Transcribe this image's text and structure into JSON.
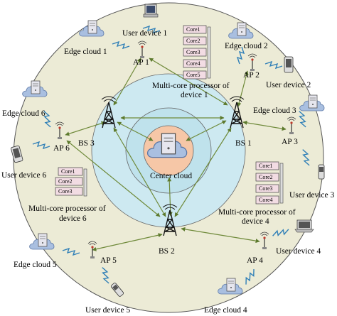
{
  "diagram": {
    "center": "Center cloud",
    "base_stations": [
      "BS 1",
      "BS 2",
      "BS 3"
    ],
    "access_points": [
      "AP 1",
      "AP 2",
      "AP 3",
      "AP 4",
      "AP 5",
      "AP 6"
    ],
    "edge_clouds": [
      "Edge cloud 1",
      "Edge cloud 2",
      "Edge cloud 3",
      "Edge cloud 4",
      "Edge cloud 5",
      "Edge cloud 6"
    ],
    "user_devices": [
      "User device 1",
      "User device 2",
      "User device 3",
      "User device 4",
      "User device 5",
      "User device 6"
    ],
    "processors": [
      {
        "caption_line1": "Multi-core processor of",
        "caption_line2": "device 1",
        "cores": [
          "Core1",
          "Core2",
          "Core3",
          "Core4",
          "Core5"
        ]
      },
      {
        "caption_line1": "Multi-core processor of",
        "caption_line2": "device 4",
        "cores": [
          "Core1",
          "Core2",
          "Core3",
          "Core4"
        ]
      },
      {
        "caption_line1": "Multi-core processor of",
        "caption_line2": "device 6",
        "cores": [
          "Core1",
          "Core2",
          "Core3"
        ]
      }
    ],
    "colors": {
      "outer_ring": "#ecebd6",
      "middle_ring": "#cde9f1",
      "inner_ring": "#bfe2ec",
      "core_circle": "#f6c7a7",
      "link": "#6f8a3a",
      "cloud": "#a9bfe0",
      "core_fill": "#f2dce3"
    }
  }
}
